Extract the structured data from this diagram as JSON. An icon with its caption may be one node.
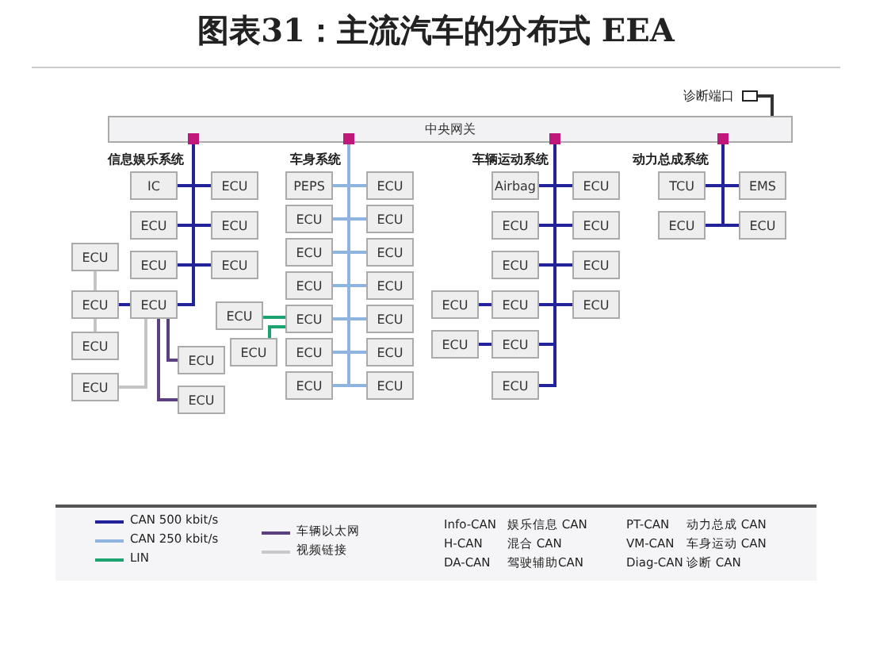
{
  "diagram": {
    "title": "图表31：主流汽车的分布式 EEA",
    "nodes": [
      {
        "text": [
          "中央网关"
        ]
      },
      {
        "text": [],
        "shape": "box",
        "beside": [
          "诊断端口"
        ]
      },
      {
        "text": [
          "IC"
        ]
      },
      {
        "text": [
          "ECU"
        ]
      },
      {
        "text": [
          "ECU"
        ]
      },
      {
        "text": [
          "ECU"
        ]
      },
      {
        "text": [
          "ECU"
        ]
      },
      {
        "text": [
          "ECU"
        ]
      },
      {
        "text": [
          "ECU"
        ]
      },
      {
        "text": [
          "ECU"
        ]
      },
      {
        "text": [
          "ECU"
        ]
      },
      {
        "text": [
          "ECU"
        ]
      },
      {
        "text": [
          "ECU"
        ]
      },
      {
        "text": [
          "ECU"
        ]
      },
      {
        "text": [
          "ECU"
        ]
      },
      {
        "text": [
          "PEPS"
        ]
      },
      {
        "text": [
          "ECU"
        ]
      },
      {
        "text": [
          "ECU"
        ]
      },
      {
        "text": [
          "ECU"
        ]
      },
      {
        "text": [
          "ECU"
        ]
      },
      {
        "text": [
          "ECU"
        ]
      },
      {
        "text": [
          "ECU"
        ]
      },
      {
        "text": [
          "ECU"
        ]
      },
      {
        "text": [
          "ECU"
        ]
      },
      {
        "text": [
          "ECU"
        ]
      },
      {
        "text": [
          "ECU"
        ]
      },
      {
        "text": [
          "ECU"
        ]
      },
      {
        "text": [
          "ECU"
        ]
      },
      {
        "text": [
          "ECU"
        ]
      },
      {
        "text": [
          "ECU"
        ]
      },
      {
        "text": [
          "ECU"
        ]
      },
      {
        "text": [
          "Airbag"
        ]
      },
      {
        "text": [
          "ECU"
        ]
      },
      {
        "text": [
          "ECU"
        ]
      },
      {
        "text": [
          "ECU"
        ]
      },
      {
        "text": [
          "ECU"
        ]
      },
      {
        "text": [
          "ECU"
        ]
      },
      {
        "text": [
          "ECU"
        ]
      },
      {
        "text": [
          "ECU"
        ]
      },
      {
        "text": [
          "ECU"
        ]
      },
      {
        "text": [
          "ECU"
        ]
      },
      {
        "text": [
          "ECU"
        ]
      },
      {
        "text": [
          "ECU"
        ]
      },
      {
        "text": [
          "TCU"
        ]
      },
      {
        "text": [
          "EMS"
        ]
      },
      {
        "text": [
          "ECU"
        ]
      },
      {
        "text": [
          "ECU"
        ]
      }
    ],
    "edges": [
      {
        "from": 1,
        "to": 0,
        "arrow": "none",
        "color": "#333333"
      },
      {
        "from": 0,
        "to": 2,
        "arrow": "none"
      },
      {
        "from": 0,
        "to": 3,
        "arrow": "none"
      },
      {
        "from": 0,
        "to": 4,
        "arrow": "none"
      },
      {
        "from": 0,
        "to": 5,
        "arrow": "none"
      },
      {
        "from": 0,
        "to": 7,
        "arrow": "none"
      },
      {
        "from": 0,
        "to": 8,
        "arrow": "none"
      },
      {
        "from": 0,
        "to": 10,
        "arrow": "none"
      },
      {
        "from": 10,
        "to": 9,
        "arrow": "none"
      },
      {
        "from": 6,
        "to": 9,
        "arrow": "none",
        "color": "#c4c4c4"
      },
      {
        "from": 9,
        "to": 11,
        "arrow": "none",
        "color": "#c4c4c4"
      },
      {
        "from": 10,
        "to": 13,
        "arrow": "none",
        "color": "#c4c4c4"
      },
      {
        "from": 10,
        "to": 12,
        "arrow": "none",
        "color": "#5b3f7e"
      },
      {
        "from": 10,
        "to": 14,
        "arrow": "none",
        "color": "#5b3f7e"
      },
      {
        "from": 0,
        "to": 15,
        "arrow": "none",
        "color": "#8fb4e0"
      },
      {
        "from": 0,
        "to": 16,
        "arrow": "none",
        "color": "#8fb4e0"
      },
      {
        "from": 0,
        "to": 17,
        "arrow": "none",
        "color": "#8fb4e0"
      },
      {
        "from": 0,
        "to": 18,
        "arrow": "none",
        "color": "#8fb4e0"
      },
      {
        "from": 0,
        "to": 19,
        "arrow": "none",
        "color": "#8fb4e0"
      },
      {
        "from": 0,
        "to": 20,
        "arrow": "none",
        "color": "#8fb4e0"
      },
      {
        "from": 0,
        "to": 21,
        "arrow": "none",
        "color": "#8fb4e0"
      },
      {
        "from": 0,
        "to": 22,
        "arrow": "none",
        "color": "#8fb4e0"
      },
      {
        "from": 0,
        "to": 24,
        "arrow": "none",
        "color": "#8fb4e0"
      },
      {
        "from": 0,
        "to": 25,
        "arrow": "none",
        "color": "#8fb4e0"
      },
      {
        "from": 0,
        "to": 27,
        "arrow": "none",
        "color": "#8fb4e0"
      },
      {
        "from": 0,
        "to": 28,
        "arrow": "none",
        "color": "#8fb4e0"
      },
      {
        "from": 0,
        "to": 29,
        "arrow": "none",
        "color": "#8fb4e0"
      },
      {
        "from": 0,
        "to": 30,
        "arrow": "none",
        "color": "#8fb4e0"
      },
      {
        "from": 24,
        "to": 23,
        "arrow": "none",
        "color": "#1aa36f"
      },
      {
        "from": 24,
        "to": 26,
        "arrow": "none",
        "color": "#1aa36f"
      },
      {
        "from": 0,
        "to": 31,
        "arrow": "none"
      },
      {
        "from": 0,
        "to": 32,
        "arrow": "none"
      },
      {
        "from": 0,
        "to": 33,
        "arrow": "none"
      },
      {
        "from": 0,
        "to": 34,
        "arrow": "none"
      },
      {
        "from": 0,
        "to": 35,
        "arrow": "none"
      },
      {
        "from": 0,
        "to": 36,
        "arrow": "none"
      },
      {
        "from": 0,
        "to": 38,
        "arrow": "none"
      },
      {
        "from": 0,
        "to": 39,
        "arrow": "none"
      },
      {
        "from": 0,
        "to": 41,
        "arrow": "none"
      },
      {
        "from": 0,
        "to": 42,
        "arrow": "none"
      },
      {
        "from": 38,
        "to": 37,
        "arrow": "none"
      },
      {
        "from": 41,
        "to": 40,
        "arrow": "none"
      },
      {
        "from": 0,
        "to": 43,
        "arrow": "none"
      },
      {
        "from": 0,
        "to": 44,
        "arrow": "none"
      },
      {
        "from": 0,
        "to": 45,
        "arrow": "none"
      },
      {
        "from": 0,
        "to": 46,
        "arrow": "none"
      }
    ],
    "labels": [
      "信息娱乐系统",
      "车身系统",
      "车辆运动系统",
      "动力总成系统",
      "Info-CAN",
      "娱乐信息 CAN",
      "PT-CAN",
      "动力总成 CAN",
      "H-CAN",
      "混合 CAN",
      "VM-CAN",
      "车身运动 CAN",
      "DA-CAN",
      "驾驶辅助CAN",
      "Diag-CAN",
      "诊断 CAN"
    ],
    "legend": [
      {
        "text": "CAN 500 kbit/s"
      },
      {
        "text": "CAN 250 kbit/s"
      },
      {
        "text": "LIN"
      },
      {
        "text": "车辆以太网"
      },
      {
        "text": "视频链接"
      }
    ]
  }
}
